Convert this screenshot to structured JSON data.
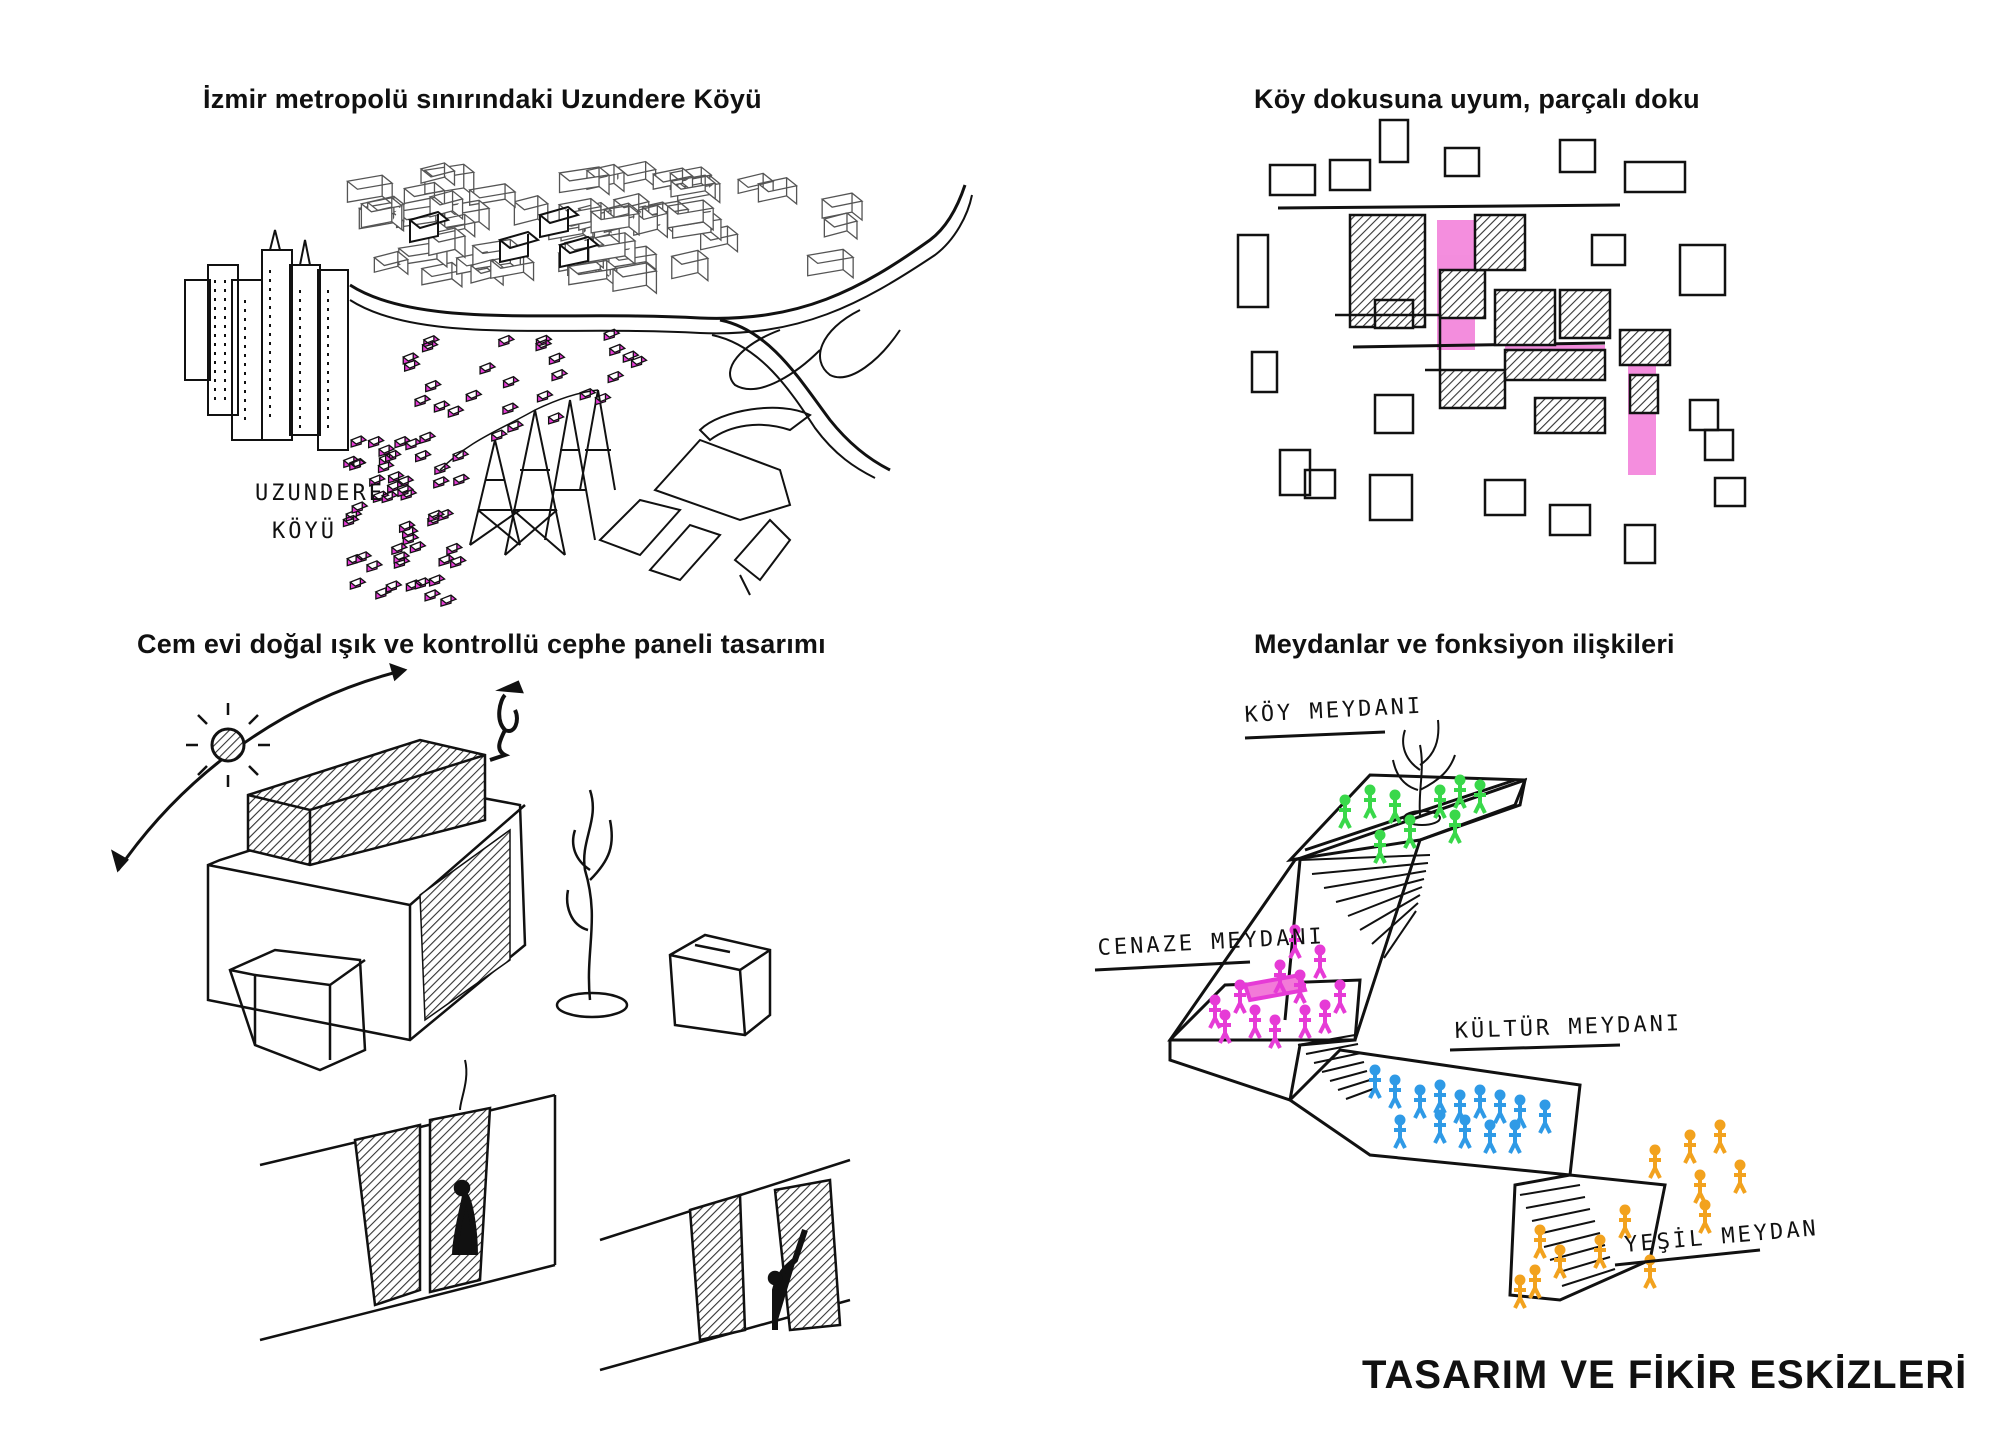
{
  "panels": {
    "top_left": {
      "title": "İzmir metropolü sınırındaki Uzundere Köyü",
      "sketch_label": [
        "UZUNDERE",
        "KÖYÜ"
      ]
    },
    "top_right": {
      "title": "Köy dokusuna uyum, parçalı doku"
    },
    "bottom_left": {
      "title": "Cem evi doğal ışık ve kontrollü cephe paneli tasarımı"
    },
    "bottom_right": {
      "title": "Meydanlar ve fonksiyon ilişkileri",
      "labels": {
        "koy": "KÖY MEYDANI",
        "cenaze": "CENAZE MEYDANI",
        "kultur": "KÜLTÜR MEYDANI",
        "yesil": "YEŞİL MEYDAN"
      }
    }
  },
  "footer": {
    "text": "TASARIM  VE FİKİR ESKİZLERİ"
  },
  "colors": {
    "ink": "#111111",
    "magenta": "#e63bd6",
    "pink": "#f27ad8",
    "green": "#39d84a",
    "blue": "#2f9ae6",
    "orange": "#f2a21e"
  }
}
